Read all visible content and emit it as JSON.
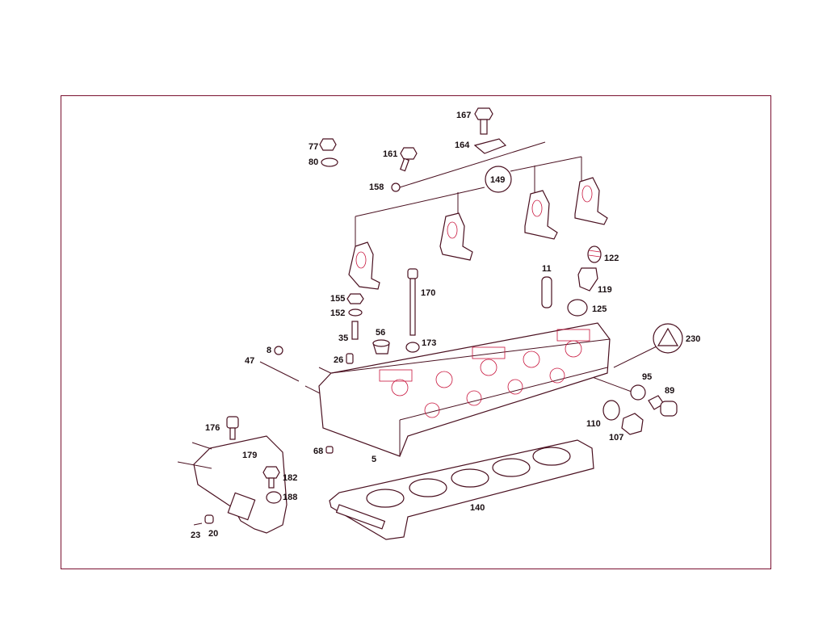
{
  "diagram": {
    "labels": [
      "167",
      "164",
      "77",
      "80",
      "161",
      "158",
      "149",
      "122",
      "11",
      "119",
      "125",
      "155",
      "152",
      "170",
      "35",
      "56",
      "173",
      "26",
      "8",
      "47",
      "230",
      "95",
      "89",
      "110",
      "107",
      "176",
      "179",
      "68",
      "5",
      "182",
      "188",
      "140",
      "23",
      "20"
    ]
  }
}
